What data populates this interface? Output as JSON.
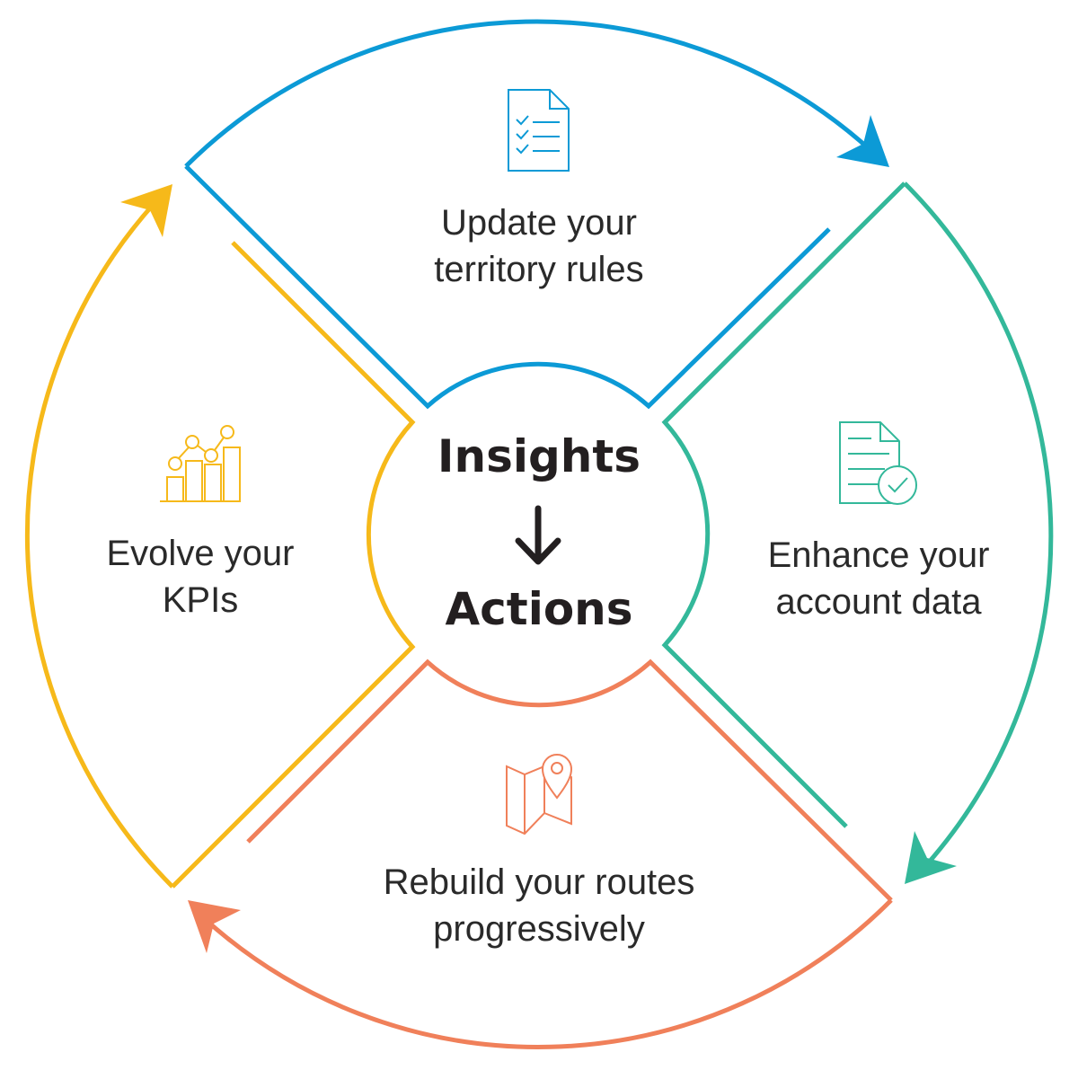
{
  "center": {
    "top": "Insights",
    "bottom": "Actions"
  },
  "segments": [
    {
      "id": "top",
      "color": "#0c9ad6",
      "line1": "Update your",
      "line2": "territory rules",
      "icon": "checklist-document-icon"
    },
    {
      "id": "right",
      "color": "#33b89a",
      "line1": "Enhance your",
      "line2": "account data",
      "icon": "verified-document-icon"
    },
    {
      "id": "bottom",
      "color": "#f0805a",
      "line1": "Rebuild your routes",
      "line2": "progressively",
      "icon": "map-pin-icon"
    },
    {
      "id": "left",
      "color": "#f6b91a",
      "line1": "Evolve your",
      "line2": "KPIs",
      "icon": "bar-chart-growth-icon"
    }
  ],
  "colors": {
    "blue": "#0c9ad6",
    "green": "#33b89a",
    "orange": "#f0805a",
    "yellow": "#f6b91a",
    "arrow_dark": "#231f20"
  }
}
